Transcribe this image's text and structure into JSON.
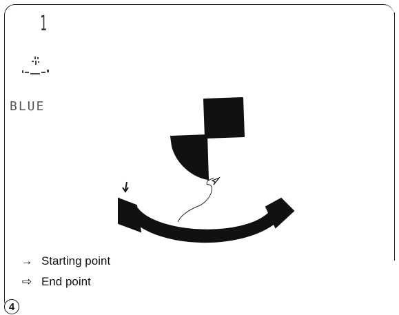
{
  "display": {
    "step_number": "1",
    "color_name": "BLUE",
    "lcd_icon": "needle-thread-icon"
  },
  "pattern": {
    "icon": "embroidery-smile-pattern",
    "fill_color": "#111111",
    "thread_color": "#222222"
  },
  "legend": {
    "start_symbol": "→",
    "start_label": "Starting point",
    "end_symbol": "⇨",
    "end_label": "End point"
  },
  "figure": {
    "number": "4"
  }
}
